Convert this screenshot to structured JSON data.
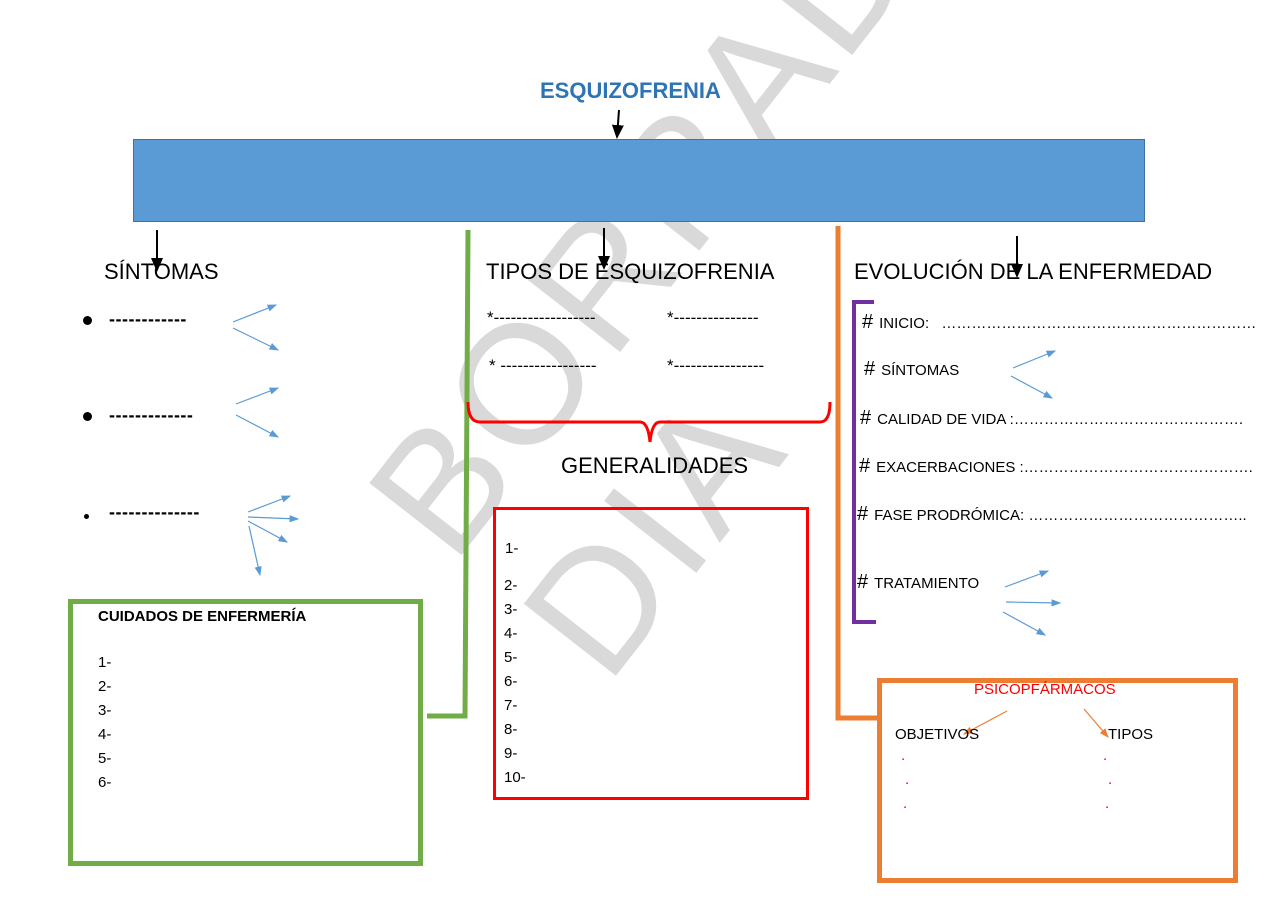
{
  "title": "ESQUIZOFRENIA",
  "watermark": "BORRADOR DIA",
  "colors": {
    "title": "#2e75b6",
    "banner": "#5b9bd5",
    "green": "#70ad47",
    "orange": "#ed7d31",
    "red": "#ff0000",
    "purple": "#7030a0",
    "arrow_blue": "#5b9bd5"
  },
  "sintomas": {
    "heading": "SÍNTOMAS",
    "items": [
      "------------",
      "-------------",
      "--------------"
    ]
  },
  "tipos": {
    "heading": "TIPOS DE ESQUIZOFRENIA",
    "row1_left": "*------------------",
    "row1_right": "*---------------",
    "row2_left": "* -----------------",
    "row2_right": "*----------------",
    "generalidades": "GENERALIDADES",
    "gen_items": [
      "1-",
      "2-",
      "3-",
      "4-",
      "5-",
      "6-",
      "7-",
      "8-",
      "9-",
      "10-"
    ]
  },
  "cuidados": {
    "heading": "CUIDADOS DE ENFERMERÍA",
    "items": [
      "1-",
      "2-",
      "3-",
      "4-",
      "5-",
      "6-"
    ]
  },
  "evolucion": {
    "heading": "EVOLUCIÓN DE LA ENFERMEDAD",
    "hash": "#",
    "items": [
      {
        "label": "INICIO:",
        "fill": "………………………………………………………"
      },
      {
        "label": "SÍNTOMAS",
        "fill": ""
      },
      {
        "label": "CALIDAD DE VIDA :",
        "fill": "………………………………………."
      },
      {
        "label": "EXACERBACIONES :",
        "fill": "………………………………………."
      },
      {
        "label": "FASE PRODRÓMICA:",
        "fill": "…………………………………….."
      },
      {
        "label": "TRATAMIENTO",
        "fill": ""
      }
    ]
  },
  "psico": {
    "heading": "PSICOPFÁRMACOS",
    "objetivos": "OBJETIVOS",
    "tipos": "TIPOS",
    "dot": "."
  }
}
